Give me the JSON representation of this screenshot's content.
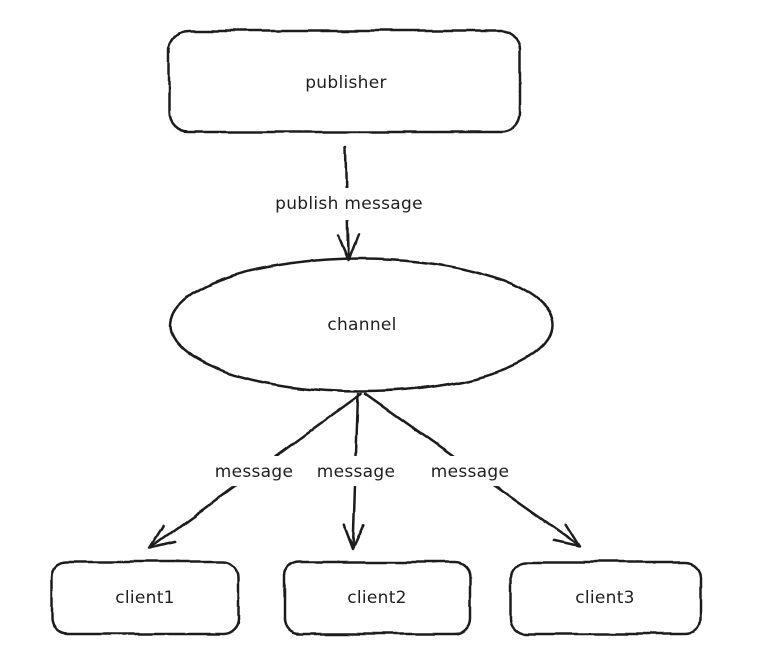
{
  "canvas": {
    "background": "#ffffff",
    "stroke_color": "#1e1e1e"
  },
  "nodes": {
    "publisher": {
      "label": "publisher",
      "shape": "rounded-rectangle"
    },
    "channel": {
      "label": "channel",
      "shape": "ellipse"
    },
    "client1": {
      "label": "client1",
      "shape": "rounded-rectangle"
    },
    "client2": {
      "label": "client2",
      "shape": "rounded-rectangle"
    },
    "client3": {
      "label": "client3",
      "shape": "rounded-rectangle"
    }
  },
  "edges": {
    "publisher_to_channel": {
      "label": "publish message",
      "from": "publisher",
      "to": "channel"
    },
    "channel_to_client1": {
      "label": "message",
      "from": "channel",
      "to": "client1"
    },
    "channel_to_client2": {
      "label": "message",
      "from": "channel",
      "to": "client2"
    },
    "channel_to_client3": {
      "label": "message",
      "from": "channel",
      "to": "client3"
    }
  }
}
